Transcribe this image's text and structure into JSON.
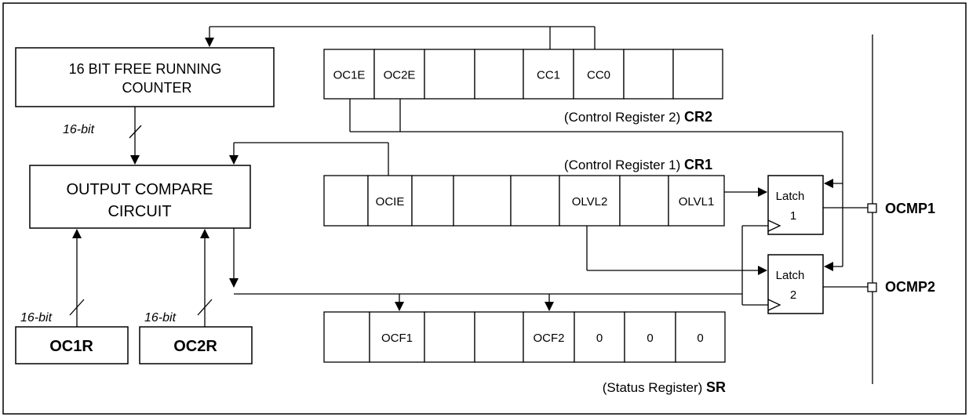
{
  "counter": {
    "line1": "16 BIT   FREE RUNNING",
    "line2": "COUNTER"
  },
  "compare": {
    "line1": "OUTPUT COMPARE",
    "line2": "CIRCUIT"
  },
  "bus_labels": {
    "counter_bus": "16-bit",
    "oc1r_bus": "16-bit",
    "oc2r_bus": "16-bit"
  },
  "oc1r": "OC1R",
  "oc2r": "OC2R",
  "cr2": {
    "caption": "(Control Register 2) ",
    "name": "CR2",
    "bits": [
      "OC1E",
      "OC2E",
      "",
      "",
      "CC1",
      "CC0",
      "",
      ""
    ]
  },
  "cr1": {
    "caption": "(Control Register 1) ",
    "name": "CR1",
    "bits": [
      "",
      "OCIE",
      "",
      "",
      "",
      "OLVL2",
      "",
      "OLVL1"
    ]
  },
  "sr": {
    "caption": "(Status Register) ",
    "name": "SR",
    "bits": [
      "",
      "OCF1",
      "",
      "",
      "OCF2",
      "0",
      "0",
      "0"
    ]
  },
  "latch1": {
    "line1": "Latch",
    "line2": "1"
  },
  "latch2": {
    "line1": "Latch",
    "line2": "2"
  },
  "pins": {
    "ocmp1": "OCMP1",
    "ocmp2": "OCMP2"
  }
}
